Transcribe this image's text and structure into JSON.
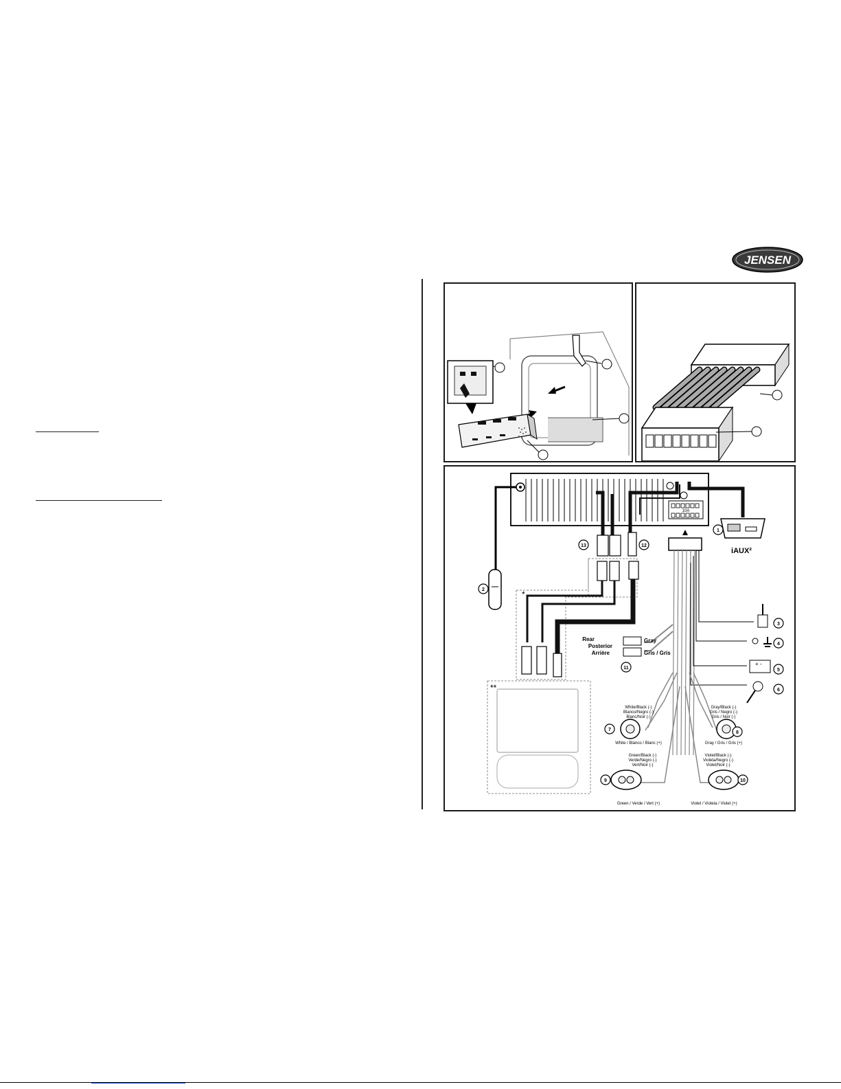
{
  "brand": {
    "logo_text": "JENSEN"
  },
  "colors": {
    "line": "#1a1a1a",
    "cable": "#111111",
    "gray_cable": "#8a8a8a",
    "dashed_box": "#888888",
    "logo_bg": "#3a3a3a"
  },
  "wiring": {
    "callouts": [
      "1",
      "2",
      "3",
      "4",
      "5",
      "6",
      "7",
      "8",
      "9",
      "10",
      "11",
      "12",
      "13"
    ],
    "iaux_label": "iAUX²",
    "fuse_label": "10A",
    "rear_label": [
      "Rear",
      "Posterior",
      "Arrière"
    ],
    "gray_label": "Gray",
    "gris_label": "Gris / Gris",
    "asterisk_single": "*",
    "asterisk_double": "**",
    "white_black": [
      "White/Black (-)",
      "Blanco/Negro (-)",
      "Blanc/Noir (-)"
    ],
    "white": "White / Blanco / Blanc (+)",
    "gray_black": [
      "Gray/Black (-)",
      "Gris / Negro (-)",
      "Gris / Noir (-)"
    ],
    "gray": "Gray / Gris / Gris (+)",
    "green_black": [
      "Green/Black (-)",
      "Verde/Negro (-)",
      "Vert/Noir (-)"
    ],
    "green": "Green / Verde / Vert (+)",
    "violet_black": [
      "Violet/Black (-)",
      "Violeta/Negro (-)",
      "Violet/Noir (-)"
    ],
    "violet": "Violet / Violeta / Violet (+)"
  }
}
